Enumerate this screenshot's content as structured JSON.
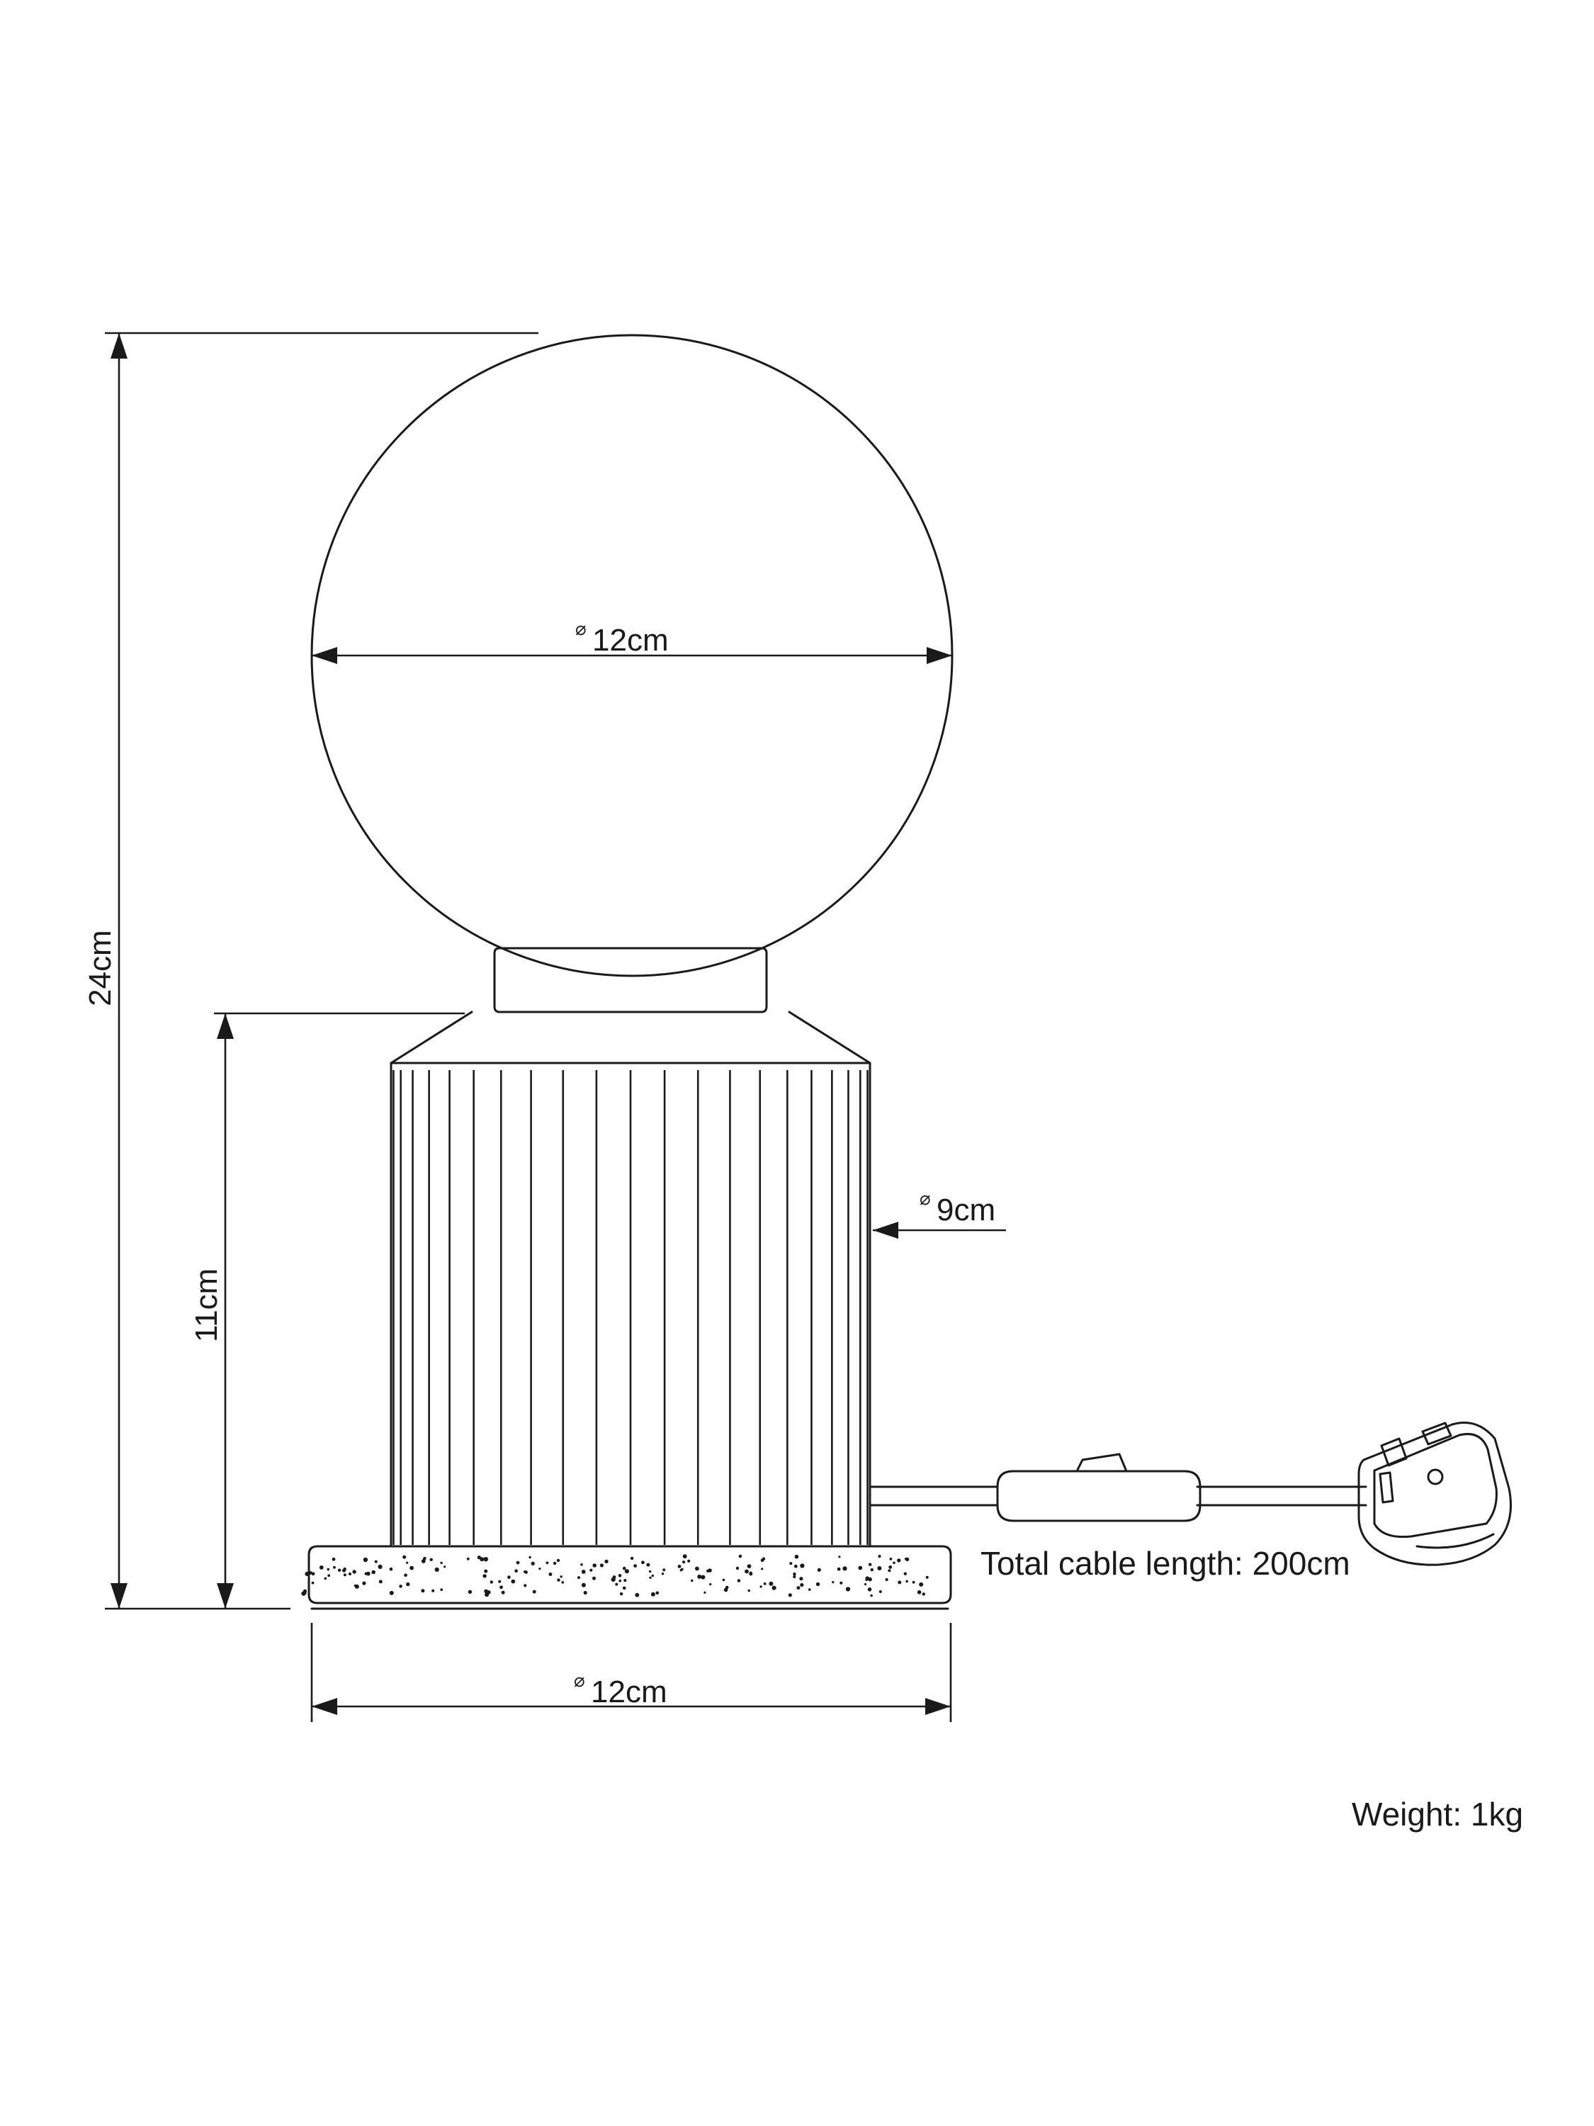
{
  "dimensions": {
    "total_height": "24cm",
    "base_height": "11cm",
    "shade_diameter": {
      "symbol": "⌀",
      "value": "12cm"
    },
    "base_diameter": {
      "symbol": "⌀",
      "value": "9cm"
    },
    "plinth_diameter": {
      "symbol": "⌀",
      "value": "12cm"
    }
  },
  "cable_note": "Total cable length: 200cm",
  "weight_note": "Weight: 1kg"
}
